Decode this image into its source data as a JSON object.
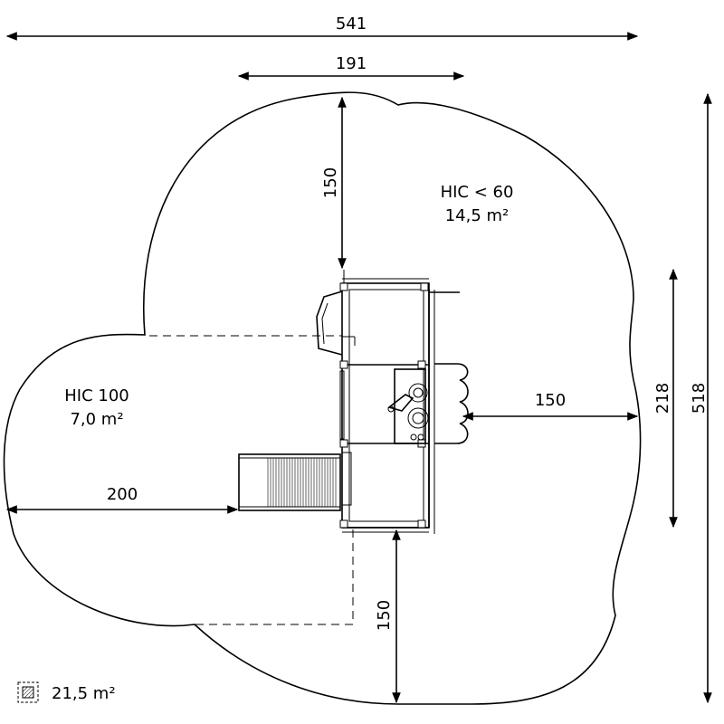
{
  "dimensions": {
    "overall_width": "541",
    "platform_width": "191",
    "top_clearance": "150",
    "right_clearance": "150",
    "left_clearance": "200",
    "bottom_clearance": "150",
    "inner_height": "218",
    "overall_height": "518"
  },
  "zones": {
    "hic60_label": "HIC < 60",
    "hic60_area": "14,5 m²",
    "hic100_label": "HIC 100",
    "hic100_area": "7,0 m²"
  },
  "legend": {
    "icon": "hatched-square-icon",
    "total_area": "21,5 m²"
  }
}
